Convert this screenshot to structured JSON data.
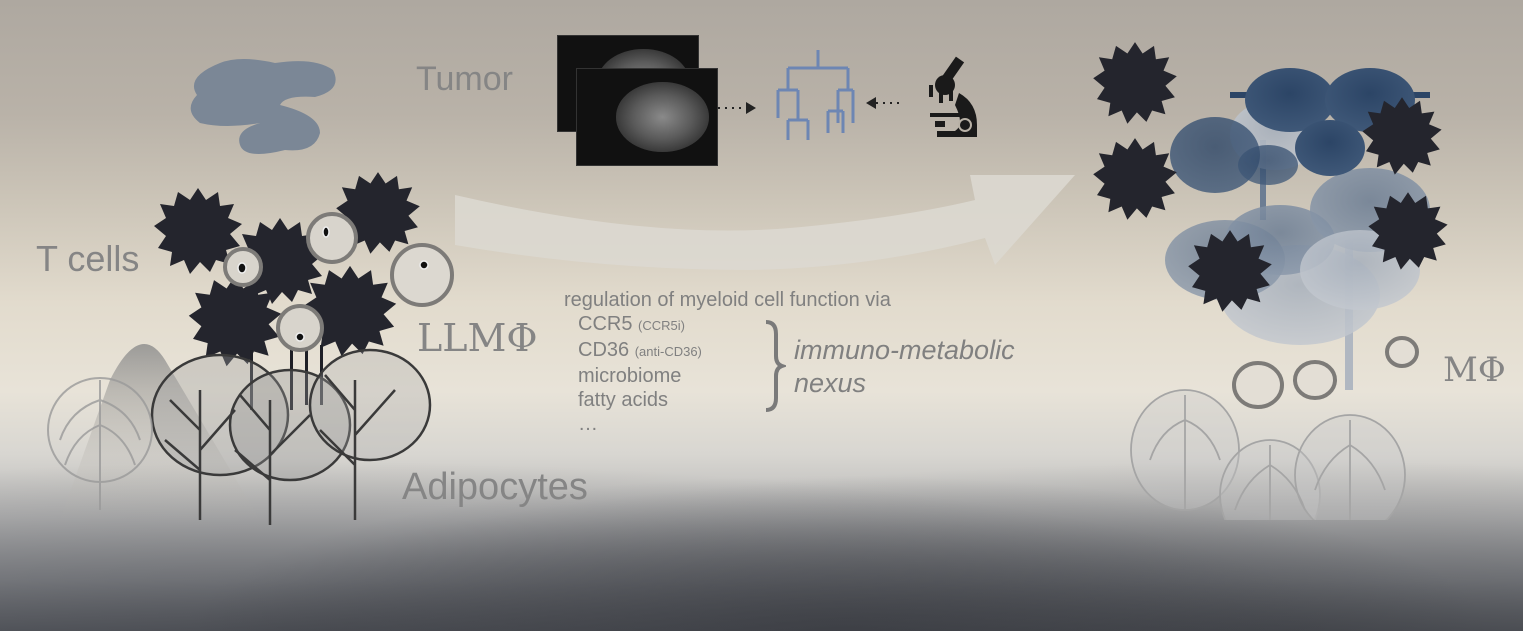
{
  "figure": {
    "type": "scientific-illustration",
    "background_colors": {
      "top": "#aea8a0",
      "middle": "#e8e3d8",
      "bottom": "#5d6066"
    },
    "left_panel": {
      "labels": {
        "tumor": "Tumor",
        "t_cells": "T cells",
        "llm_phi": "LLMΦ",
        "adipocytes": "Adipocytes"
      },
      "colors": {
        "tumor_cloud": "#7b8796",
        "t_cell": "#24252d",
        "macrophage_ring": "#7d7b78"
      }
    },
    "pipeline": {
      "items": [
        {
          "icon": "mri-scan-icon",
          "label": ""
        },
        {
          "icon": "dendrogram-icon",
          "label": ""
        },
        {
          "icon": "microscope-icon",
          "label": ""
        }
      ],
      "dendrogram_color": "#6d86b3"
    },
    "center": {
      "heading": "regulation of myeloid cell function via",
      "factors": [
        {
          "name": "CCR5",
          "note": "(CCR5i)"
        },
        {
          "name": "CD36",
          "note": "(anti-CD36)"
        },
        {
          "name": "microbiome",
          "note": ""
        },
        {
          "name": "fatty acids",
          "note": ""
        },
        {
          "name": "…",
          "note": ""
        }
      ],
      "brace": "}",
      "nexus_line1": "immuno-metabolic",
      "nexus_line2": "nexus"
    },
    "right_panel": {
      "labels": {
        "m_phi": "MΦ"
      },
      "colors": {
        "tumor_trees": "#2c4566",
        "t_cell": "#24252d"
      }
    }
  }
}
